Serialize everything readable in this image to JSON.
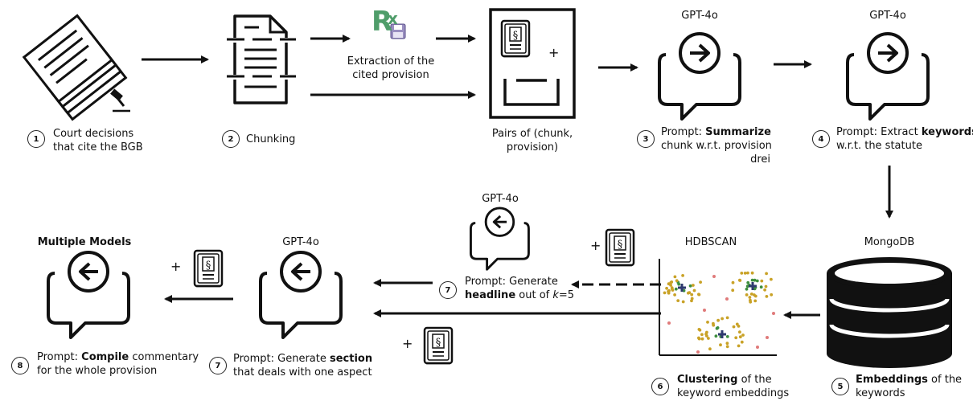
{
  "steps": {
    "s1": {
      "num": "1",
      "line1": "Court decisions",
      "line2": "that cite the BGB"
    },
    "s2": {
      "num": "2",
      "label": "Chunking"
    },
    "extract": {
      "line1": "Extraction of the",
      "line2": "cited provision"
    },
    "pairs": {
      "line1": "Pairs of (chunk,",
      "line2": "provision)",
      "plus": "+"
    },
    "s3": {
      "num": "3",
      "title": "GPT-4o",
      "pre": "Prompt: ",
      "bold": "Summarize",
      "line2": "chunk w.r.t. provision",
      "line3": "drei"
    },
    "s4": {
      "num": "4",
      "title": "GPT-4o",
      "pre": "Prompt: Extract ",
      "bold": "keywords",
      "line2": "w.r.t. the statute"
    },
    "s5": {
      "num": "5",
      "title": "MongoDB",
      "bold": "Embeddings",
      "post": " of the",
      "line2": "keywords"
    },
    "s6": {
      "num": "6",
      "title": "HDBSCAN",
      "bold": "Clustering",
      "post": " of the",
      "line2": "keyword embeddings"
    },
    "s7a": {
      "num": "7",
      "title": "GPT-4o",
      "line1": "Prompt: Generate",
      "bold": "headline",
      "post": " out of ",
      "k": "k",
      "kval": "=5",
      "plus": "+"
    },
    "s7b": {
      "num": "7",
      "title": "GPT-4o",
      "pre": "Prompt: Generate ",
      "bold": "section",
      "line2": "that deals with one aspect",
      "plus": "+"
    },
    "s8": {
      "num": "8",
      "title": "Multiple Models",
      "pre": "Prompt: ",
      "bold": "Compile",
      "post": " commentary",
      "line2": "for the whole provision",
      "plus": "+"
    }
  },
  "logo": {
    "rx": "R",
    "x": "x"
  },
  "book_symbol": "§",
  "icons": [
    "document-stack-icon",
    "gavel-icon",
    "chunked-document-icon",
    "rx-logo-icon",
    "law-book-icon",
    "chat-arrow-right-icon",
    "chat-arrow-left-icon",
    "database-icon",
    "cluster-scatter-icon"
  ],
  "colors": {
    "cluster_point": "#c9a227",
    "cluster_center_dot": "#3e8f3e",
    "outlier": "#e07a7a",
    "center_mark": "#2e3a6e",
    "rx_green": "#4f9d6a"
  }
}
